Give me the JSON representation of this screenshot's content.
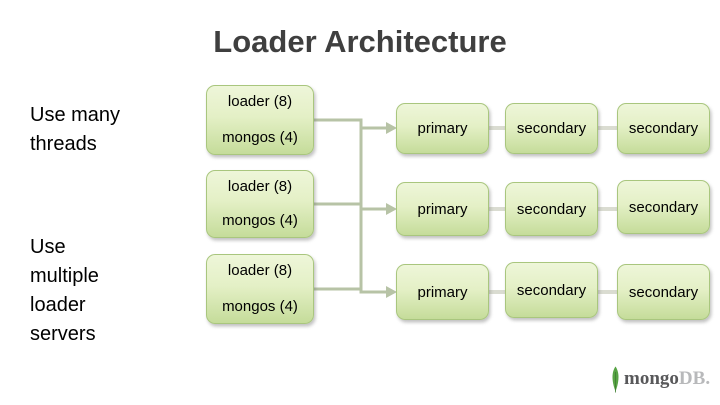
{
  "slide": {
    "title": "Loader Architecture"
  },
  "annotations": {
    "top": {
      "text": "Use many threads",
      "lines": [
        "Use many",
        "threads"
      ]
    },
    "bottom": {
      "text": "Use multiple loader servers",
      "lines": [
        "Use",
        "multiple",
        "loader",
        "servers"
      ]
    }
  },
  "diagram": {
    "loaders": [
      {
        "line1": "loader (8)",
        "line2": "mongos (4)"
      },
      {
        "line1": "loader (8)",
        "line2": "mongos (4)"
      },
      {
        "line1": "loader (8)",
        "line2": "mongos (4)"
      }
    ],
    "replica_rows": [
      {
        "nodes": [
          "primary",
          "secondary",
          "secondary"
        ]
      },
      {
        "nodes": [
          "primary",
          "secondary",
          "secondary"
        ]
      },
      {
        "nodes": [
          "primary",
          "secondary",
          "secondary"
        ]
      }
    ]
  },
  "logo": {
    "brand_prefix": "mongo",
    "brand_suffix": "DB",
    "period": "."
  },
  "colors": {
    "box_gradient_top": "#eef6d9",
    "box_gradient_bottom": "#c5dc9a",
    "box_border": "#a9c67e",
    "connector_arrow": "#b7c3a6",
    "connector_light": "#dadcd1",
    "title_text": "#3f3f3f",
    "body_text": "#000000",
    "logo_leaf_green": "#57a344",
    "logo_mongo_gray": "#58585a",
    "logo_db_gray": "#b8b9bb"
  }
}
